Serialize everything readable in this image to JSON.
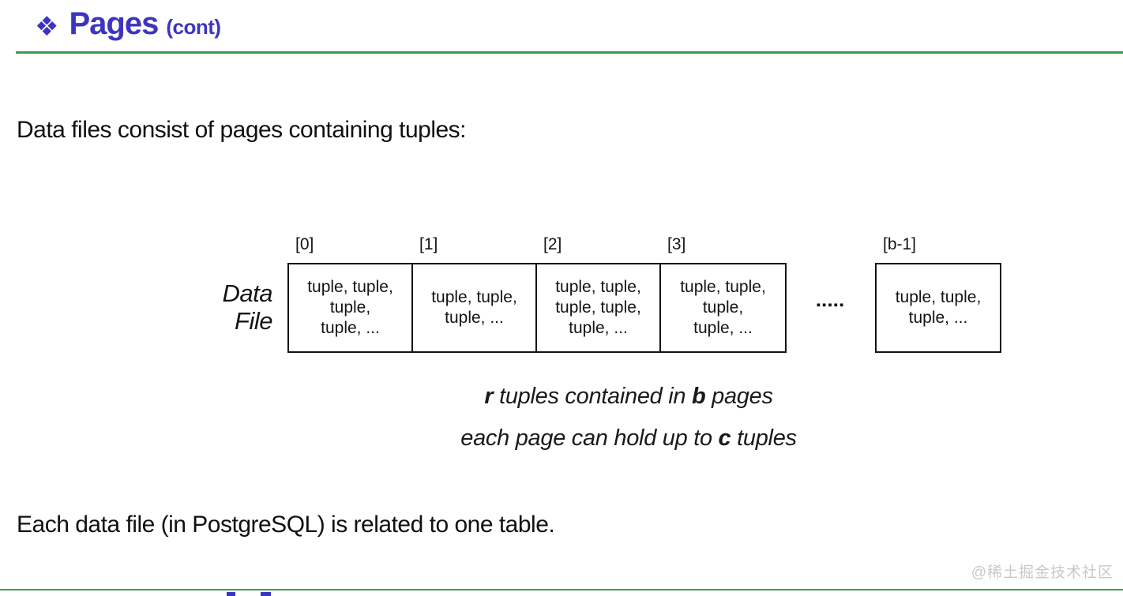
{
  "header": {
    "bullet_icon": "❖",
    "title": "Pages",
    "title_suffix": "(cont)"
  },
  "intro_text": "Data files consist of pages containing tuples:",
  "closing_text": "Each data file (in PostgreSQL) is related to one table.",
  "diagram": {
    "file_label": {
      "line1": "Data",
      "line2": "File"
    },
    "pages": [
      {
        "index": "[0]",
        "lines": [
          "tuple, tuple,",
          "tuple,",
          "tuple, ..."
        ]
      },
      {
        "index": "[1]",
        "lines": [
          "tuple, tuple,",
          "tuple, ..."
        ]
      },
      {
        "index": "[2]",
        "lines": [
          "tuple, tuple,",
          "tuple, tuple,",
          "tuple, ..."
        ]
      },
      {
        "index": "[3]",
        "lines": [
          "tuple, tuple,",
          "tuple,",
          "tuple, ..."
        ]
      },
      {
        "index": "[b-1]",
        "lines": [
          "tuple, tuple,",
          "tuple, ..."
        ]
      }
    ],
    "ellipsis": "▪▪▪▪▪",
    "caption": {
      "line1": {
        "var1": "r",
        "mid": " tuples contained in ",
        "var2": "b",
        "end": " pages"
      },
      "line2": {
        "start": "each page can hold up to ",
        "var": "c",
        "end": " tuples"
      }
    }
  },
  "watermark": "@稀土掘金技术社区",
  "colors": {
    "title_blue": "#3c35bf",
    "rule_green": "#3f9a4d",
    "diagram_ink": "#141414",
    "body_text": "#101010",
    "watermark_gray": "#c9c9c9"
  }
}
